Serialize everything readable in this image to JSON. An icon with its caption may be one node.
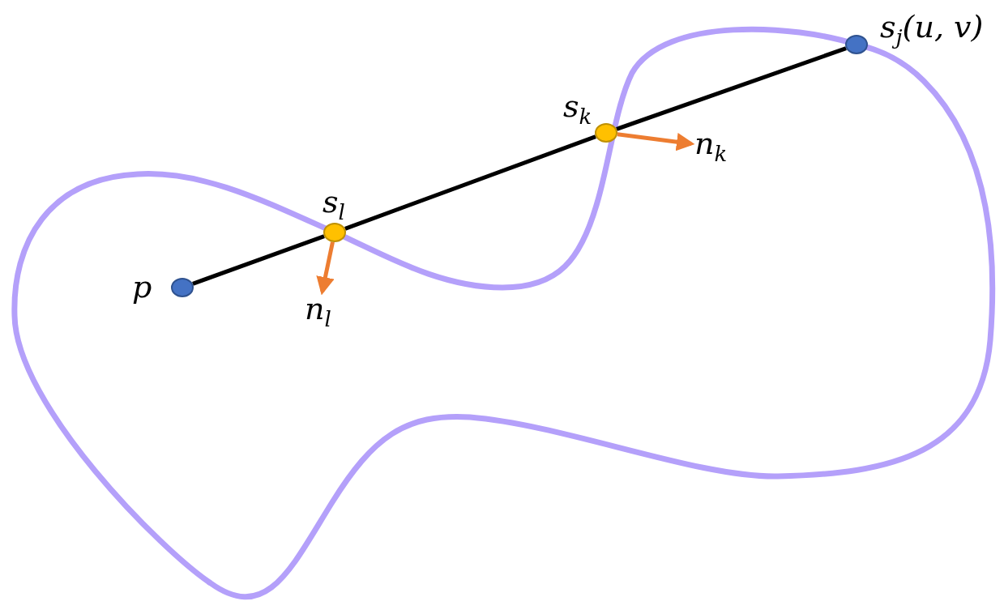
{
  "diagram": {
    "nodes": [
      {
        "text": [
          "p"
        ]
      },
      {
        "text": [
          "s$_{l}$"
        ]
      },
      {
        "text": [
          "s$_{k}$"
        ]
      },
      {
        "text": [
          "s$_{j}$(u, v)"
        ]
      },
      {
        "text": [
          "n$_{l}$"
        ]
      },
      {
        "text": [
          "n$_{k}$"
        ]
      }
    ],
    "edges": [
      {
        "from": 0,
        "to": 1,
        "arrow": "none"
      },
      {
        "from": 1,
        "to": 2,
        "arrow": "none"
      },
      {
        "from": 2,
        "to": 3,
        "arrow": "none"
      },
      {
        "from": 1,
        "to": 4,
        "arrow": "to",
        "color": "#ed7d31"
      },
      {
        "from": 2,
        "to": 5,
        "arrow": "to",
        "color": "#ed7d31"
      }
    ]
  }
}
